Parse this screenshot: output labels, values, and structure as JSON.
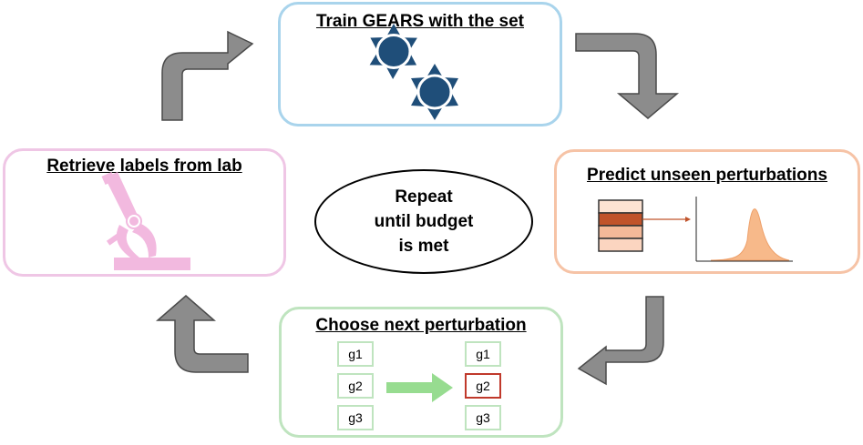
{
  "train": {
    "title": "Train GEARS with the set"
  },
  "predict": {
    "title": "Predict unseen perturbations"
  },
  "choose": {
    "title": "Choose next perturbation",
    "left_genes": [
      "g1",
      "g2",
      "g3"
    ],
    "right_genes": [
      "g1",
      "g2",
      "g3"
    ]
  },
  "retrieve": {
    "title": "Retrieve labels from lab"
  },
  "center": {
    "text": "Repeat\nuntil budget\nis met"
  },
  "icons": [
    "gear-icon",
    "microscope-icon",
    "density-plot-icon",
    "arrow-icon"
  ],
  "colors": {
    "train_border": "#a9d4ec",
    "predict_border": "#f6c3a6",
    "choose_border": "#bfe4bf",
    "retrieve_border": "#efc6e5",
    "gear_fill": "#1f4e79",
    "arrow_gray": "#8c8c8c",
    "selected": "#c0392b"
  }
}
